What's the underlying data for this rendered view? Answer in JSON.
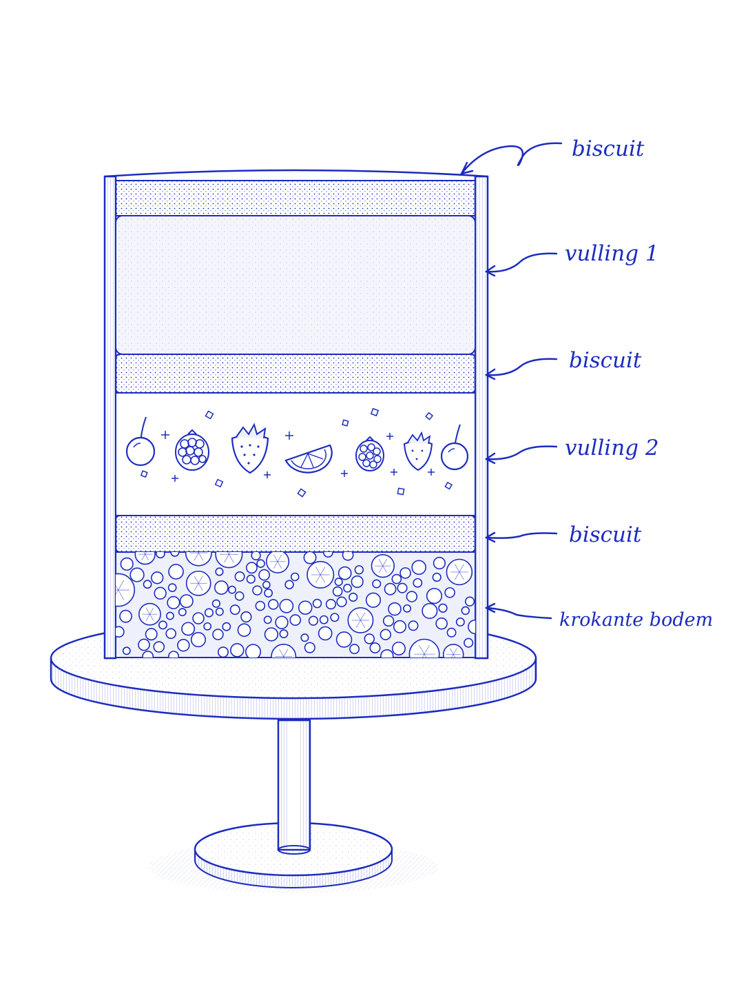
{
  "colors": {
    "ink": "#1b2bbf",
    "ink_light": "#6f7be0",
    "paper": "#ffffff",
    "fill_tint": "#eef0fb"
  },
  "labels": {
    "top_biscuit": "biscuit",
    "filling_1": "vulling 1",
    "middle_biscuit": "biscuit",
    "filling_2": "vulling 2",
    "bottom_biscuit": "biscuit",
    "crunchy_base": "krokante bodem"
  },
  "filling_2_fruits": [
    "cherry",
    "raspberry",
    "strawberry",
    "orange-slice",
    "raspberry",
    "strawberry",
    "cherry"
  ]
}
